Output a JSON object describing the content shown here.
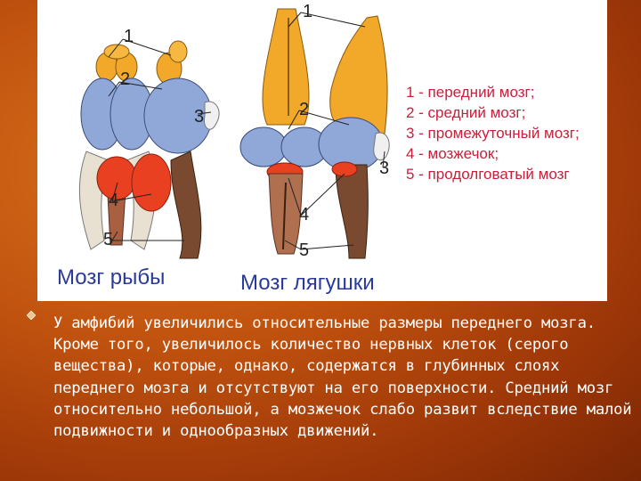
{
  "figure": {
    "fish_caption": "Мозг рыбы",
    "frog_caption": "Мозг лягушки",
    "numbers": [
      "1",
      "2",
      "3",
      "4",
      "5"
    ],
    "legend": [
      "1 - передний мозг;",
      "2 - средний мозг;",
      "3 - промежуточный мозг;",
      "4 - мозжечок;",
      "5 - продолговатый мозг"
    ],
    "colors": {
      "forebrain": "#f0a020",
      "midbrain": "#8fa8d8",
      "cerebellum": "#e84020",
      "legend_text": "#c8203a",
      "caption_text": "#2a3a9a"
    }
  },
  "text": {
    "paragraph": "У амфибий увеличились относительные размеры переднего мозга. Кроме того, увеличилось количество нервных клеток (серого вещества), которые, однако, содержатся в глубинных слоях переднего мозга и отсутствуют на его поверхности. Средний мозг относительно небольшой, а мозжечок слабо развит вследствие малой подвижности и однообразных движений."
  }
}
